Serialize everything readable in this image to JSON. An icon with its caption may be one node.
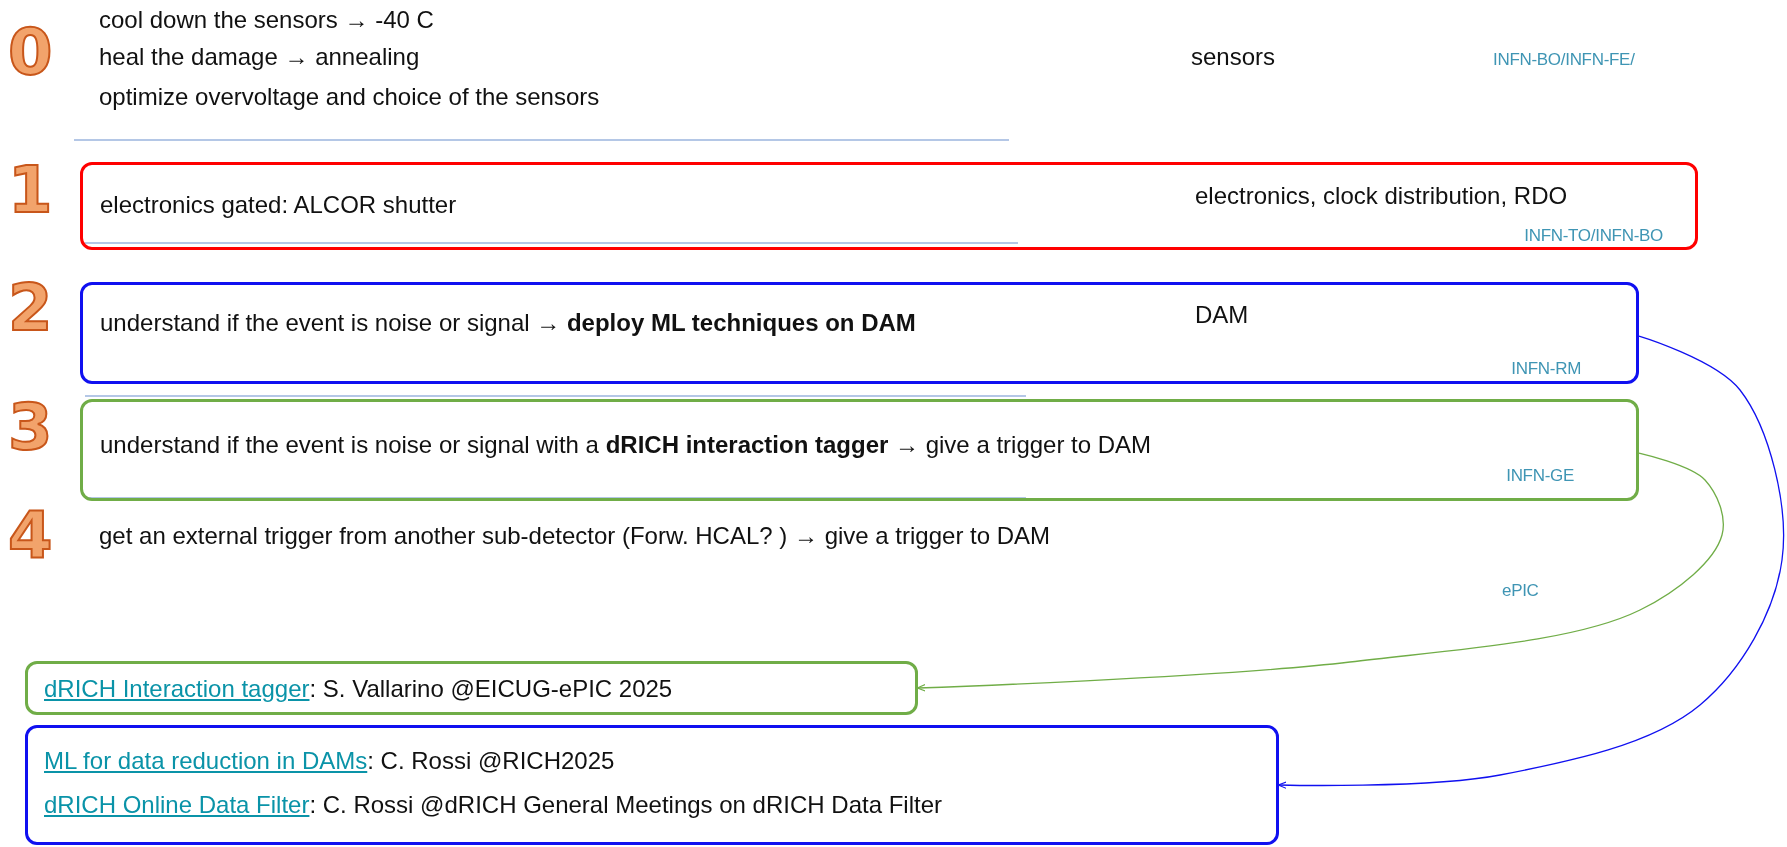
{
  "diagram": {
    "nodes": [
      {
        "text": [
          "electronics gated: ALCOR shutter",
          "electronics, clock distribution, RDO",
          "INFN-TO/INFN-BO"
        ]
      },
      {
        "text": [
          "understand if the event is noise or signal → **deploy ML techniques on DAM**",
          "DAM",
          "INFN-RM"
        ]
      },
      {
        "text": [
          "understand if the event is noise or signal with a **dRICH interaction tagger** → give a trigger to DAM",
          "INFN-GE"
        ]
      },
      {
        "text": [
          "dRICH Interaction tagger",
          ": S. Vallarino @EICUG-ePIC 2025"
        ]
      },
      {
        "text": [
          "ML for data reduction in DAMs",
          ": C. Rossi @RICH2025",
          "dRICH Online Data Filter",
          ": C. Rossi @dRICH General Meetings on dRICH Data Filter"
        ]
      }
    ],
    "edges": [
      {
        "from": 1,
        "to": 4,
        "arrow": "to",
        "color": "#1010f0"
      },
      {
        "from": 2,
        "to": 3,
        "arrow": "to",
        "color": "#70ad47"
      }
    ],
    "labels": [
      "0",
      "cool down the sensors → -40 C",
      "heal the damage → annealing",
      "optimize overvoltage and choice of the sensors",
      "sensors",
      "INFN-BO/INFN-FE/",
      "1",
      "2",
      "3",
      "4",
      "get an external trigger from another sub-detector (Forw. HCAL? ) → give a trigger to DAM",
      "ePIC"
    ]
  }
}
